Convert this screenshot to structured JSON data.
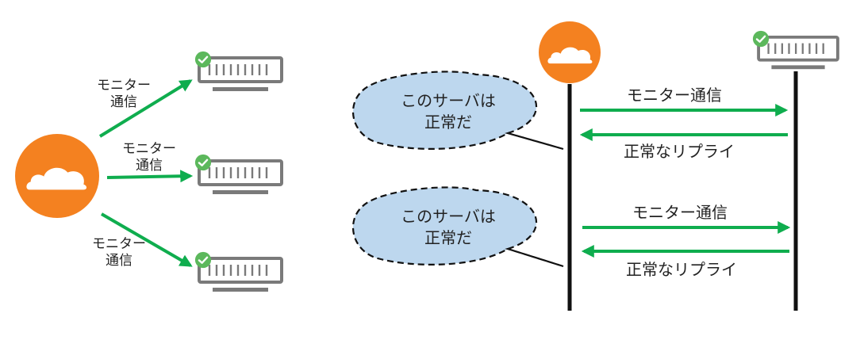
{
  "colors": {
    "cloudflare_orange": "#F48120",
    "arrow_green": "#0FAD4E",
    "check_green": "#5CB85C",
    "server_gray": "#7A7A7A",
    "bubble_fill": "#BDD7EE",
    "timeline_black": "#111111"
  },
  "left_panel": {
    "arrow_labels": [
      {
        "line1": "モニター",
        "line2": "通信"
      },
      {
        "line1": "モニター",
        "line2": "通信"
      },
      {
        "line1": "モニター",
        "line2": "通信"
      }
    ]
  },
  "right_panel": {
    "exchanges": [
      {
        "bubble_text": "このサーバは\n正常だ",
        "request_label": "モニター通信",
        "reply_label": "正常なリプライ"
      },
      {
        "bubble_text": "このサーバは\n正常だ",
        "request_label": "モニター通信",
        "reply_label": "正常なリプライ"
      }
    ]
  },
  "icons": {
    "monitor": "cloudflare-cloud-icon",
    "server": "server-icon",
    "status": "check-circle-icon"
  }
}
